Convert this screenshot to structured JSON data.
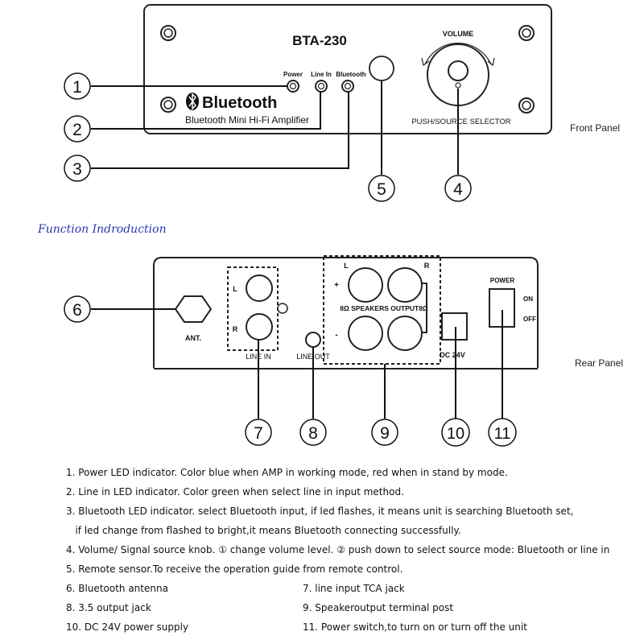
{
  "front_panel": {
    "model": "BTA-230",
    "led_labels": [
      "Power",
      "Line In",
      "Bluetooth"
    ],
    "brand": "Bluetooth",
    "subtitle": "Bluetooth Mini Hi-Fi Amplifier",
    "knob_label": "VOLUME",
    "selector_label": "PUSH/SOURCE SELECTOR",
    "caption": "Front Panel"
  },
  "rear_panel": {
    "ant_label": "ANT.",
    "line_in_label": "LINE IN",
    "line_in_L": "L",
    "line_in_R": "R",
    "line_out_label": "LINE OUT",
    "spk_L": "L",
    "spk_R": "R",
    "spk_plus": "+",
    "spk_minus": "-",
    "spk_label": "8Ω SPEAKERS  OUTPUT8Ω",
    "dc_label": "DC 24V",
    "power_label": "POWER",
    "on_label": "ON",
    "off_label": "OFF",
    "caption": "Rear Panel"
  },
  "callouts": [
    "1",
    "2",
    "3",
    "4",
    "5",
    "6",
    "7",
    "8",
    "9",
    "10",
    "11"
  ],
  "section_title": "Function Indroduction",
  "notes": [
    "1. Power LED indicator. Color blue when AMP in working mode, red when in stand by mode.",
    "2. Line in LED indicator. Color green when select line in input method.",
    "3. Bluetooth LED indicator. select Bluetooth input, if led flashes, it means unit is searching Bluetooth set,",
    "   if led change from flashed to bright,it means Bluetooth connecting successfully.",
    "4. Volume/ Signal source knob. ① change volume level. ② push down to select source mode: Bluetooth or line in",
    "5. Remote sensor.To receive the operation guide from remote control."
  ],
  "notes_pairs": [
    [
      "6. Bluetooth antenna",
      "7. line input TCA jack"
    ],
    [
      "8. 3.5 output jack",
      "9. Speakeroutput terminal post"
    ],
    [
      "10. DC 24V power supply",
      "11. Power switch,to turn on or turn off the unit"
    ]
  ]
}
